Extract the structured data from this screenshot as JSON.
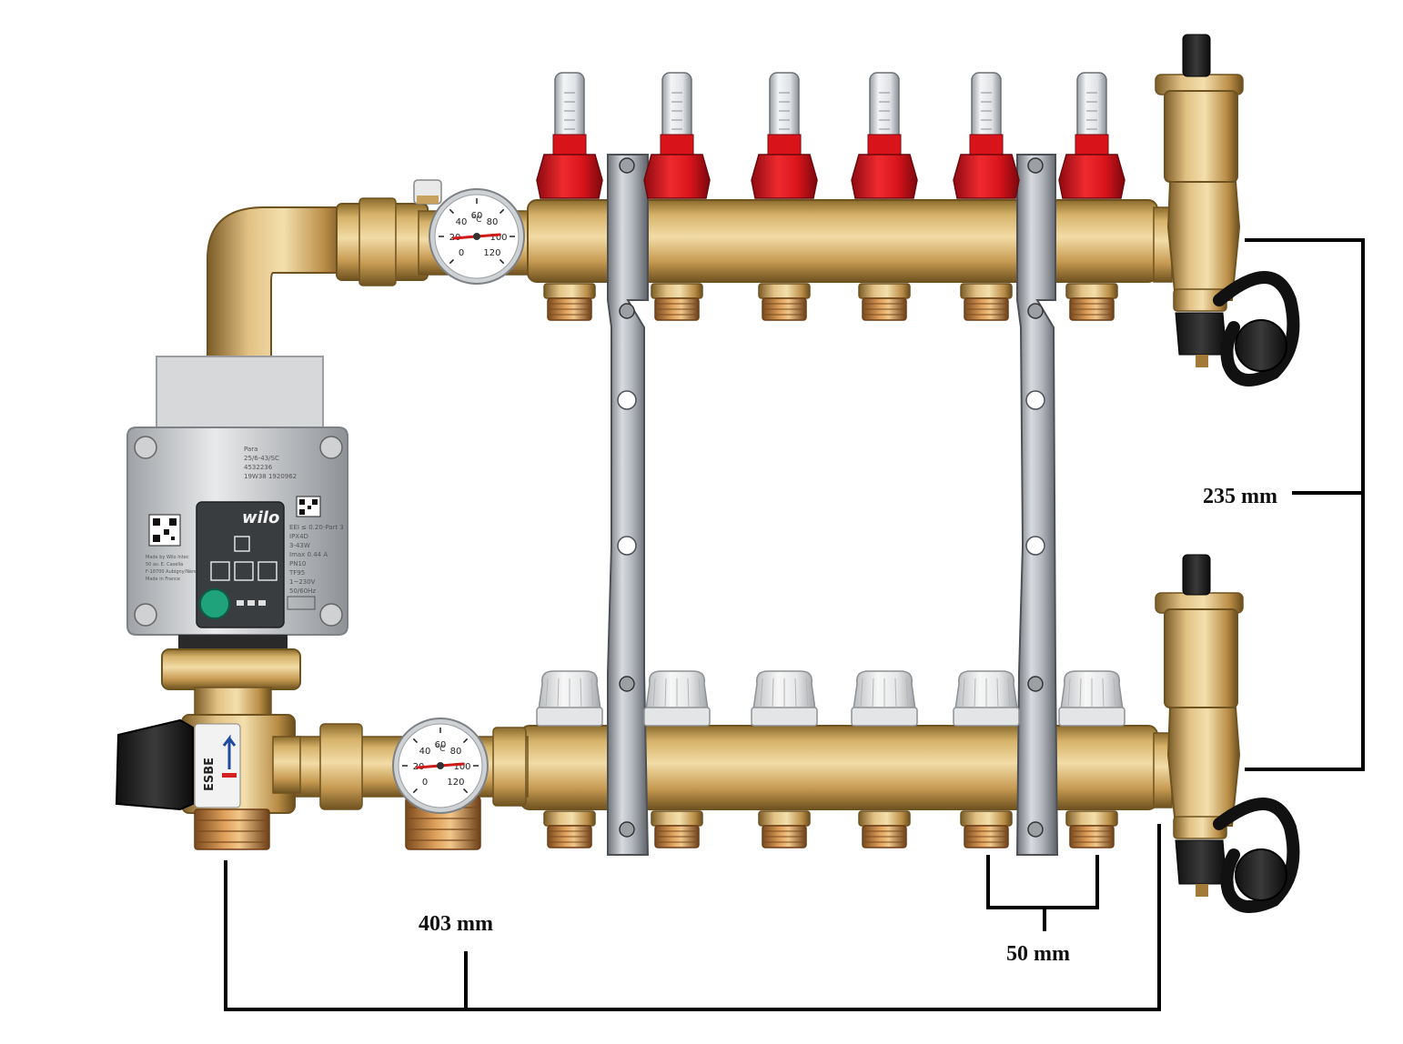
{
  "dimensions": {
    "height_label": "235 mm",
    "width_label": "403 mm",
    "spacing_label": "50 mm"
  },
  "pump": {
    "brand": "wilo",
    "label_lines": [
      "Para",
      "25/6-43/SC",
      "4532236",
      "19W38 1920962"
    ],
    "spec_lines": [
      "EEI ≤ 0.20-Part 3",
      "IPX4D",
      "3-43W",
      "Imax 0.44 A",
      "PN10",
      "TF95",
      "1~230V",
      "50/60Hz"
    ],
    "origin_lines": [
      "Made by Wilo Intec",
      "50 av. E. Casella",
      "F-18700 Aubigny/Nère",
      "Made in France"
    ]
  },
  "valve": {
    "brand": "ESBE"
  },
  "gauges": {
    "unit": "°C",
    "ticks": [
      "0",
      "20",
      "40",
      "60",
      "80",
      "100",
      "120"
    ]
  },
  "colors": {
    "brass": "#c9a35c",
    "flowmeter_red": "#e0141e",
    "cap_white": "#ededed",
    "bracket_steel": "#a9adb3"
  }
}
